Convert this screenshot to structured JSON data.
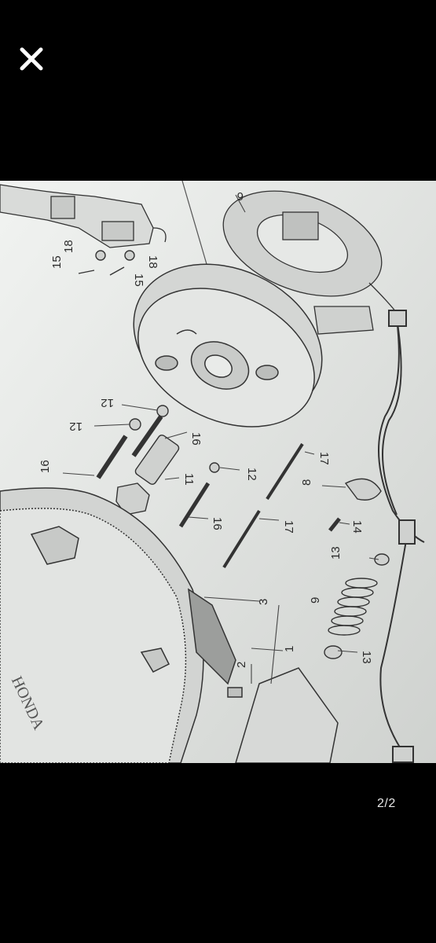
{
  "viewer": {
    "close_icon": "close-icon",
    "page_counter": "2/2",
    "accent": "#ffffff",
    "background": "#000000"
  },
  "diagram": {
    "paper_color": "#e9ebe9",
    "part_labels": [
      "6",
      "18",
      "15",
      "18",
      "15",
      "12",
      "12",
      "16",
      "16",
      "11",
      "12",
      "16",
      "17",
      "17",
      "8",
      "14",
      "13",
      "9",
      "13",
      "3",
      "1",
      "2"
    ],
    "brand_text": "HONDA"
  }
}
